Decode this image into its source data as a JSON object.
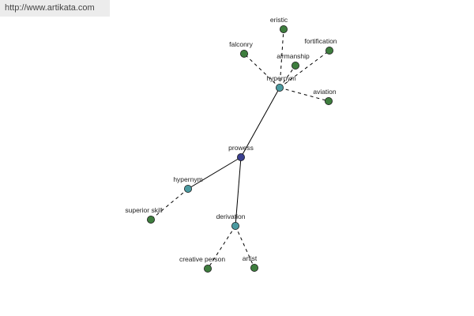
{
  "watermark": {
    "url": "http://www.artikata.com"
  },
  "colors": {
    "root_node": "#3a3f8f",
    "relation_node": "#4b9aa0",
    "leaf_node": "#3e7d3e",
    "edge": "#000000",
    "watermark_bg": "#ececec"
  },
  "graph": {
    "nodes": [
      {
        "id": "prowess",
        "label": "prowess",
        "kind": "root"
      },
      {
        "id": "hyp1",
        "label": "hypernym",
        "kind": "relation"
      },
      {
        "id": "hyp2",
        "label": "hypernym",
        "kind": "relation"
      },
      {
        "id": "deriv",
        "label": "derivation",
        "kind": "relation"
      },
      {
        "id": "eristic",
        "label": "eristic",
        "kind": "leaf"
      },
      {
        "id": "falconry",
        "label": "falconry",
        "kind": "leaf"
      },
      {
        "id": "fortification",
        "label": "fortification",
        "kind": "leaf"
      },
      {
        "id": "airmanship",
        "label": "airmanship",
        "kind": "leaf"
      },
      {
        "id": "aviation",
        "label": "aviation",
        "kind": "leaf"
      },
      {
        "id": "superior",
        "label": "superior skill",
        "kind": "leaf"
      },
      {
        "id": "creative",
        "label": "creative person",
        "kind": "leaf"
      },
      {
        "id": "artist",
        "label": "artist",
        "kind": "leaf"
      }
    ],
    "edges": [
      {
        "from": "prowess",
        "to": "hyp1",
        "style": "solid"
      },
      {
        "from": "prowess",
        "to": "hyp2",
        "style": "solid"
      },
      {
        "from": "prowess",
        "to": "deriv",
        "style": "solid"
      },
      {
        "from": "hyp1",
        "to": "eristic",
        "style": "dashed"
      },
      {
        "from": "hyp1",
        "to": "falconry",
        "style": "dashed"
      },
      {
        "from": "hyp1",
        "to": "fortification",
        "style": "dashed"
      },
      {
        "from": "hyp1",
        "to": "airmanship",
        "style": "dashed"
      },
      {
        "from": "hyp1",
        "to": "aviation",
        "style": "dashed"
      },
      {
        "from": "hyp2",
        "to": "superior",
        "style": "dashed"
      },
      {
        "from": "deriv",
        "to": "creative",
        "style": "dashed"
      },
      {
        "from": "deriv",
        "to": "artist",
        "style": "dashed"
      }
    ]
  }
}
